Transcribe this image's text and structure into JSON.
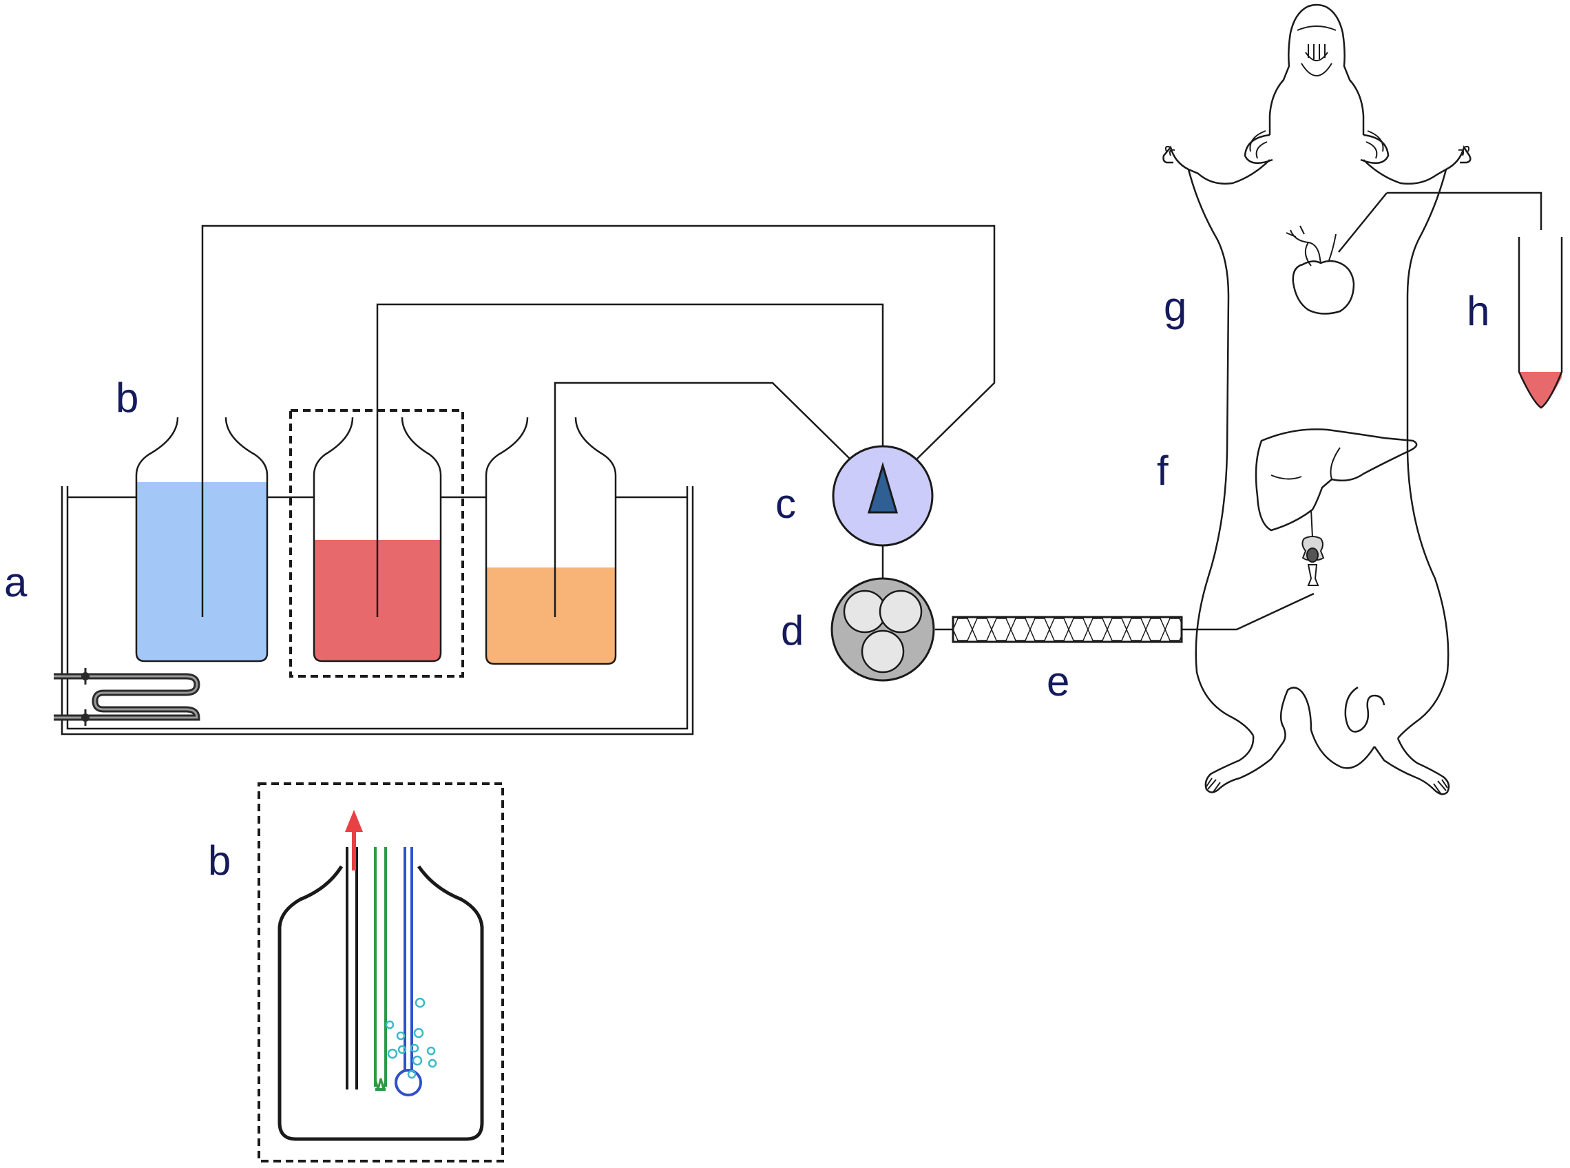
{
  "labels": {
    "a": "a",
    "b_top": "b",
    "c": "c",
    "d": "d",
    "e": "e",
    "f": "f",
    "g": "g",
    "h": "h",
    "b_inset": "b"
  },
  "colors": {
    "blue_fluid": "#a3c8f8",
    "red_fluid": "#e8696b",
    "orange_fluid": "#f8b476",
    "valve_fill": "#ccccfb",
    "valve_needle": "#2f5f93",
    "pump_fill": "#b3b3b3",
    "roller_fill": "#e6e6e6",
    "label_color": "#141a5c",
    "arrow_red": "#e84043",
    "tube_green": "#2f9a46",
    "tube_blue": "#2f50cc",
    "bubble_cyan": "#3ab8c8",
    "collection_red": "#e8696b"
  }
}
